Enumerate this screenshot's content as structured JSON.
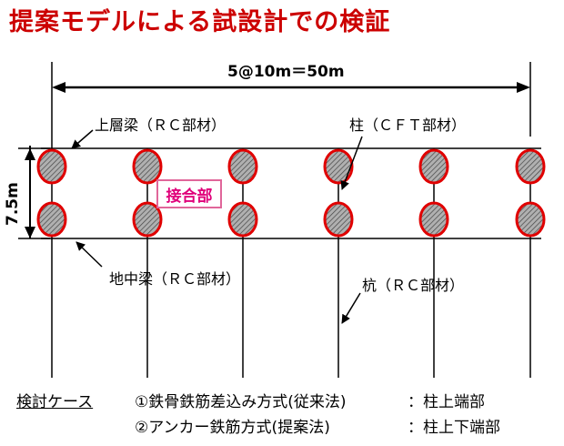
{
  "title": "提案モデルによる試設計での検証",
  "dimensions": {
    "span": "5@10m＝50m",
    "height": "7.5m"
  },
  "labels": {
    "upper_beam": "上層梁（ＲＣ部材）",
    "column": "柱（ＣＦＴ部材）",
    "joint": "接合部",
    "ground_beam": "地中梁（ＲＣ部材）",
    "pile": "杭（ＲＣ部材）"
  },
  "cases": {
    "heading": "検討ケース",
    "items": [
      {
        "method": "①鉄骨鉄筋差込み方式(従来法)",
        "result": "：柱上端部"
      },
      {
        "method": "②アンカー鉄筋方式(提案法)",
        "result": "：柱上下端部"
      }
    ]
  },
  "colors": {
    "title": "#cc0000",
    "joint_ring": "#e00000",
    "joint_fill": "#a8a8a8",
    "joint_label": "#e0007a"
  }
}
